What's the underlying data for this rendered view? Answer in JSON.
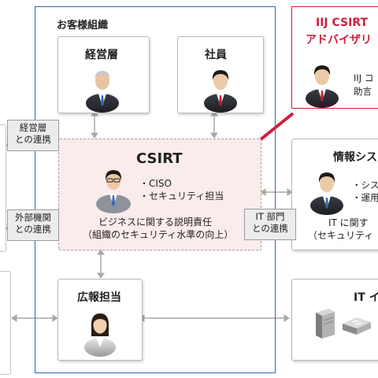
{
  "customer_org": {
    "title": "お客様組織"
  },
  "executives": {
    "title": "経営層"
  },
  "employees": {
    "title": "社員"
  },
  "iij": {
    "title_line1": "IIJ CSIRT",
    "title_line2": "アドバイザリ",
    "text_line1": "IIJ コ",
    "text_line2": "助言"
  },
  "csirt": {
    "title": "CSIRT",
    "roles": [
      "・CISO",
      "・セキュリティ担当"
    ],
    "desc_line1": "ビジネスに関する説明責任",
    "desc_line2": "（組織のセキュリティ水準の向上）"
  },
  "infosys": {
    "title": "情報シス",
    "items": [
      "・シス",
      "・運用"
    ],
    "desc_line1": "IT に関す",
    "desc_line2": "（セキュリティ"
  },
  "pr": {
    "title": "広報担当"
  },
  "it_infra": {
    "title": "IT イ"
  },
  "tags": {
    "exec_link": [
      "経営層",
      "との連携"
    ],
    "external_link": [
      "外部機関",
      "との連携"
    ],
    "it_link": [
      "IT 部門",
      "との連携"
    ]
  },
  "colors": {
    "org_frame": "#2f67b1",
    "iij_red": "#d11f3b",
    "csirt_fill": "#faecea",
    "connector": "#a8a8a8"
  }
}
